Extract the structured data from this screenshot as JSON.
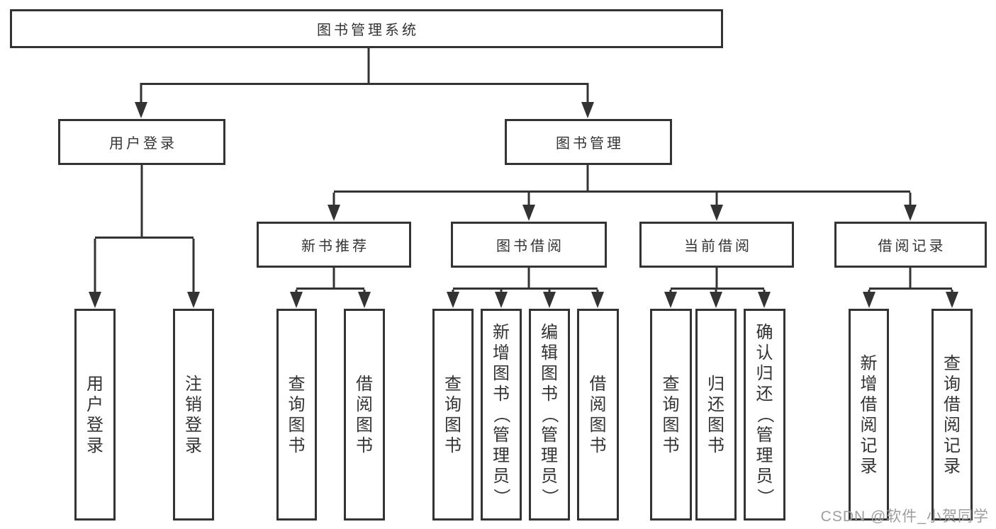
{
  "tree": {
    "label": "图书管理系统",
    "children": [
      {
        "label": "用户登录",
        "children": [
          {
            "label": "用户登录"
          },
          {
            "label": "注销登录"
          }
        ]
      },
      {
        "label": "图书管理",
        "children": [
          {
            "label": "新书推荐",
            "children": [
              {
                "label": "查询图书"
              },
              {
                "label": "借阅图书"
              }
            ]
          },
          {
            "label": "图书借阅",
            "children": [
              {
                "label": "查询图书"
              },
              {
                "label": "新增图书（管理员）"
              },
              {
                "label": "编辑图书（管理员）"
              },
              {
                "label": "借阅图书"
              }
            ]
          },
          {
            "label": "当前借阅",
            "children": [
              {
                "label": "查询图书"
              },
              {
                "label": "归还图书"
              },
              {
                "label": "确认归还（管理员）"
              }
            ]
          },
          {
            "label": "借阅记录",
            "children": [
              {
                "label": "新增借阅记录"
              },
              {
                "label": "查询借阅记录"
              }
            ]
          }
        ]
      }
    ]
  },
  "watermark": {
    "text": "CSDN @软件_小贺同学"
  },
  "colors": {
    "line": "#333333",
    "box_border": "#333333",
    "box_background": "#ffffff",
    "text": "#333333",
    "watermark": "#9e9e9e",
    "page_background": "#ffffff"
  }
}
